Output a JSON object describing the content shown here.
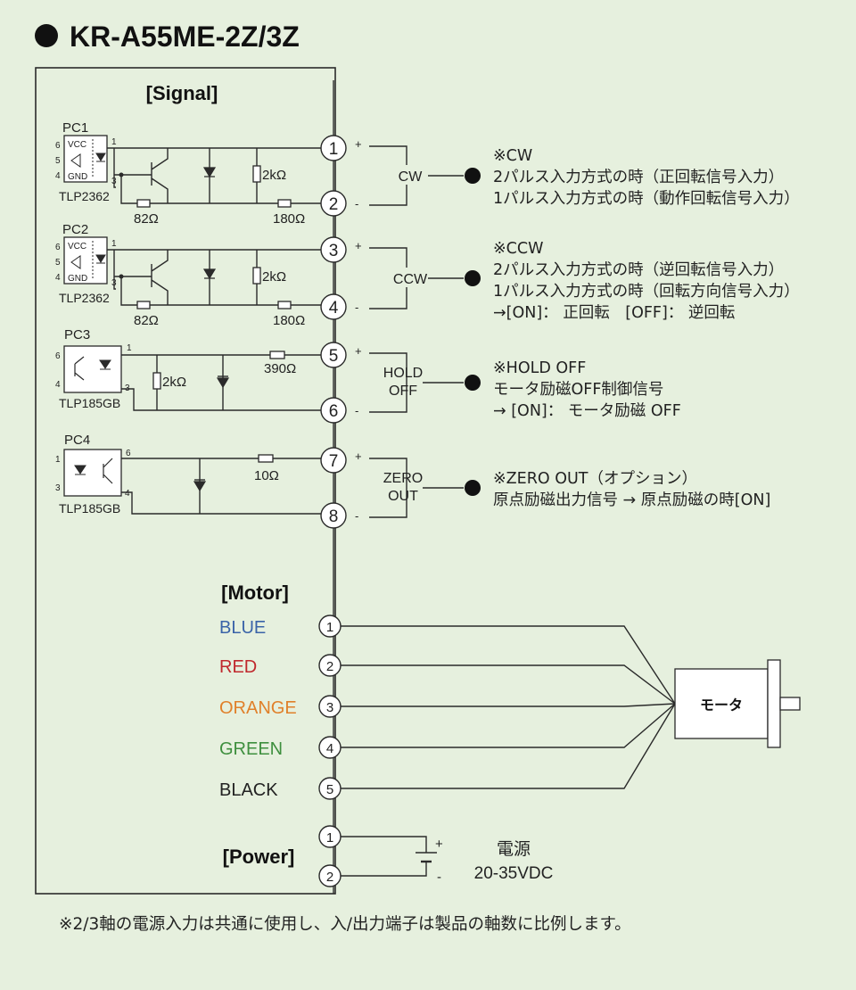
{
  "title": "KR-A55ME-2Z/3Z",
  "signal": {
    "heading": "[Signal]",
    "optocouplers": [
      {
        "name": "PC1",
        "part": "TLP2362",
        "vcc": "VCC",
        "gnd": "GND",
        "pin_a": "6",
        "pin_b": "5",
        "pin_c": "4",
        "pin_d": "1",
        "pin_e": "3",
        "r1": "2kΩ",
        "r2": "82Ω",
        "r3": "180Ω"
      },
      {
        "name": "PC2",
        "part": "TLP2362",
        "vcc": "VCC",
        "gnd": "GND",
        "pin_a": "6",
        "pin_b": "5",
        "pin_c": "4",
        "pin_d": "1",
        "pin_e": "3",
        "r1": "2kΩ",
        "r2": "82Ω",
        "r3": "180Ω"
      },
      {
        "name": "PC3",
        "part": "TLP185GB",
        "pin_a": "6",
        "pin_c": "4",
        "pin_d": "1",
        "pin_e": "3",
        "r1": "2kΩ",
        "r3": "390Ω"
      },
      {
        "name": "PC4",
        "part": "TLP185GB",
        "pin_a": "1",
        "pin_c": "3",
        "pin_d": "6",
        "pin_e": "4",
        "r3": "10Ω"
      }
    ],
    "terminals": [
      "1",
      "2",
      "3",
      "4",
      "5",
      "6",
      "7",
      "8"
    ],
    "plus": "+",
    "minus": "-",
    "groups": [
      {
        "label1": "CW",
        "label2": ""
      },
      {
        "label1": "CCW",
        "label2": ""
      },
      {
        "label1": "HOLD",
        "label2": "OFF"
      },
      {
        "label1": "ZERO",
        "label2": "OUT"
      }
    ],
    "notes": [
      [
        "※CW",
        "2パルス入力方式の時（正回転信号入力）",
        "1パルス入力方式の時（動作回転信号入力）"
      ],
      [
        "※CCW",
        "2パルス入力方式の時（逆回転信号入力）",
        "1パルス入力方式の時（回転方向信号入力）",
        "→[ON]： 正回転　[OFF]： 逆回転"
      ],
      [
        "※HOLD OFF",
        "モータ励磁OFF制御信号",
        "→ [ON]： モータ励磁 OFF"
      ],
      [
        "※ZERO OUT（オプション）",
        "原点励磁出力信号 → 原点励磁の時[ON]"
      ]
    ]
  },
  "motor": {
    "heading": "[Motor]",
    "wires": [
      {
        "num": "1",
        "label": "BLUE",
        "color": "#3a63a8"
      },
      {
        "num": "2",
        "label": "RED",
        "color": "#c0282d"
      },
      {
        "num": "3",
        "label": "ORANGE",
        "color": "#e0802a"
      },
      {
        "num": "4",
        "label": "GREEN",
        "color": "#3e8f3e"
      },
      {
        "num": "5",
        "label": "BLACK",
        "color": "#222222"
      }
    ],
    "motor_label": "モータ"
  },
  "power": {
    "heading": "[Power]",
    "terminals": [
      "1",
      "2"
    ],
    "plus": "+",
    "minus": "-",
    "label": "電源",
    "voltage": "20-35VDC"
  },
  "footnote": "※2/3軸の電源入力は共通に使用し、入/出力端子は製品の軸数に比例します。"
}
